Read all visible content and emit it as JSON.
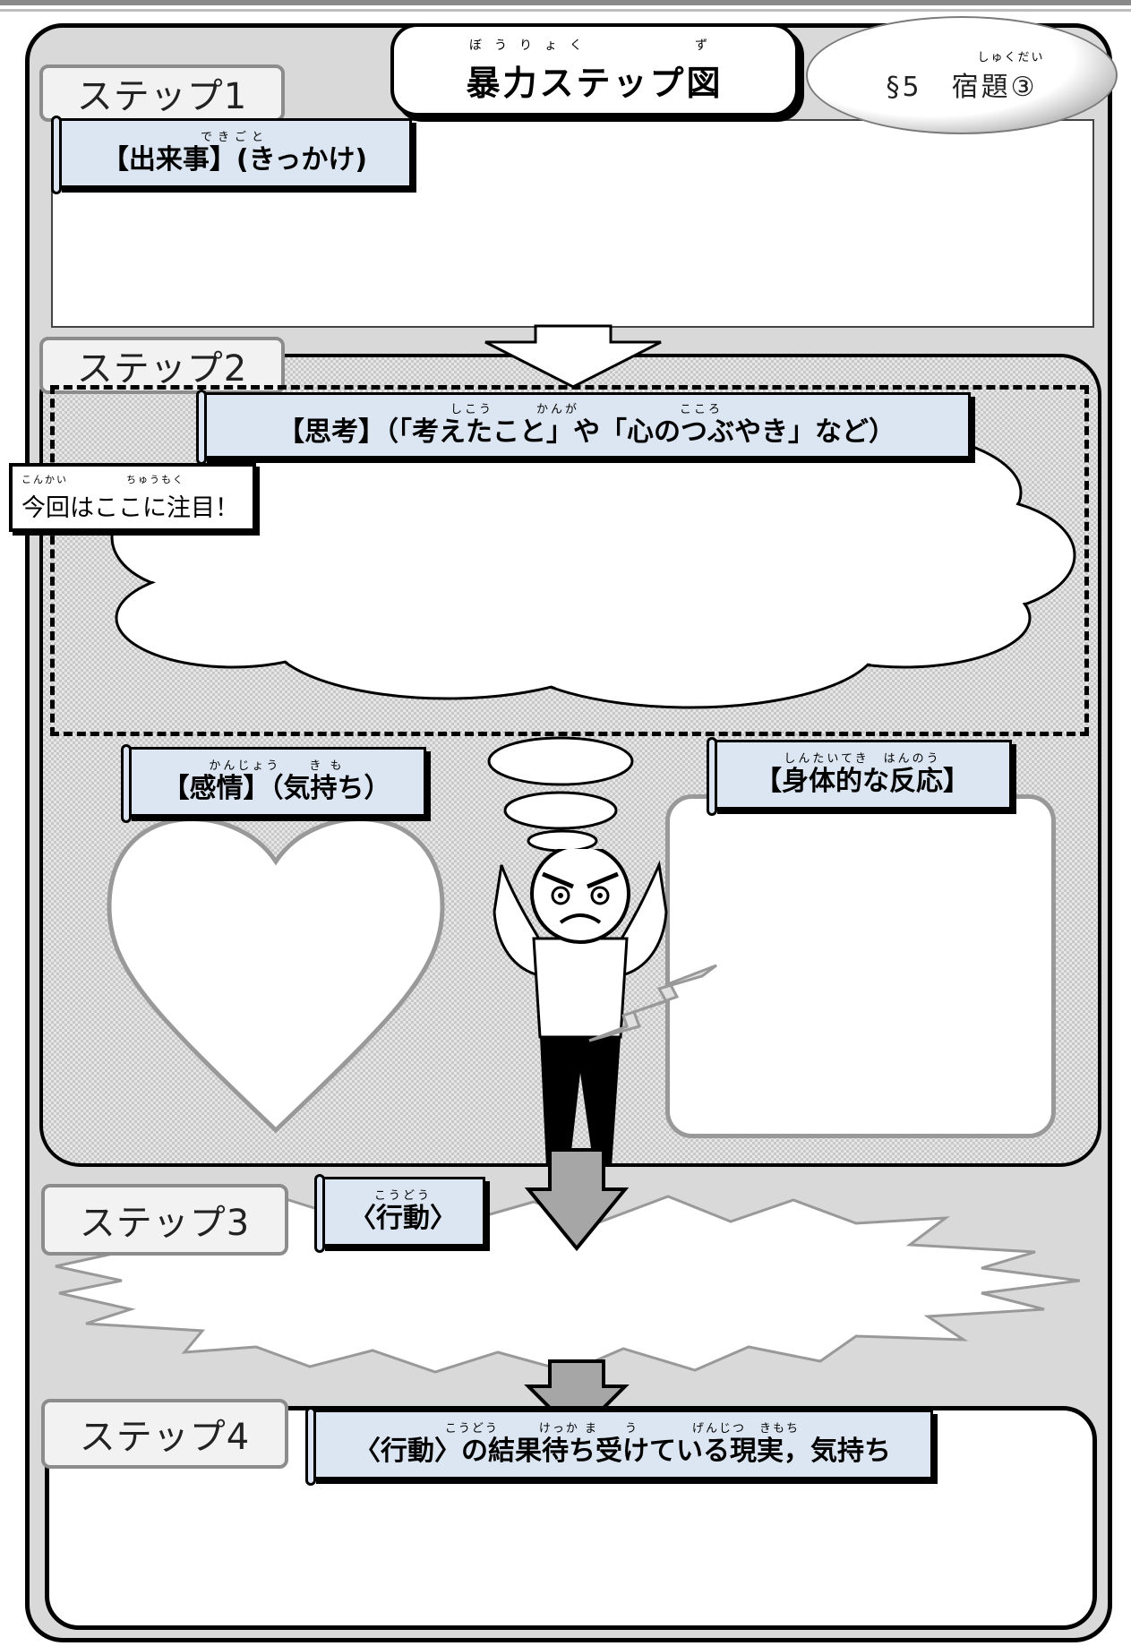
{
  "header": {
    "title_ruby": "ぼうりょく　　　　ず",
    "title": "暴力ステップ図",
    "homework_ruby": "しゅくだい",
    "homework": "§5　宿題③"
  },
  "steps": {
    "step1": "ステップ1",
    "step2": "ステップ2",
    "step3": "ステップ3",
    "step4": "ステップ4"
  },
  "labels": {
    "event_ruby": "できごと",
    "event": "【出来事】(きっかけ)",
    "thought_ruby": "しこう　　　かんが　　　　　　　こころ",
    "thought": "【思考】（「考えたこと」や「心のつぶやき」など）",
    "emotion_ruby": "かんじょう　　き も",
    "emotion": "【感情】（気持ち）",
    "body_ruby": "しんたいてき　はんのう",
    "body": "【身体的な反応】",
    "action_ruby": "こうどう",
    "action": "〈行動〉",
    "result_ruby": "こうどう　　　けっか ま　　う　　　　げんじつ　きもち",
    "result": "〈行動〉の結果待ち受けている現実，気持ち"
  },
  "focus_note": {
    "ruby": "こんかい　　　　　ちゅうもく",
    "text": "今回はここに注目！"
  },
  "colors": {
    "label_fill": "#dce6f2",
    "frame_fill": "#d9d9d9",
    "arrow_fill": "#a6a6a6"
  }
}
